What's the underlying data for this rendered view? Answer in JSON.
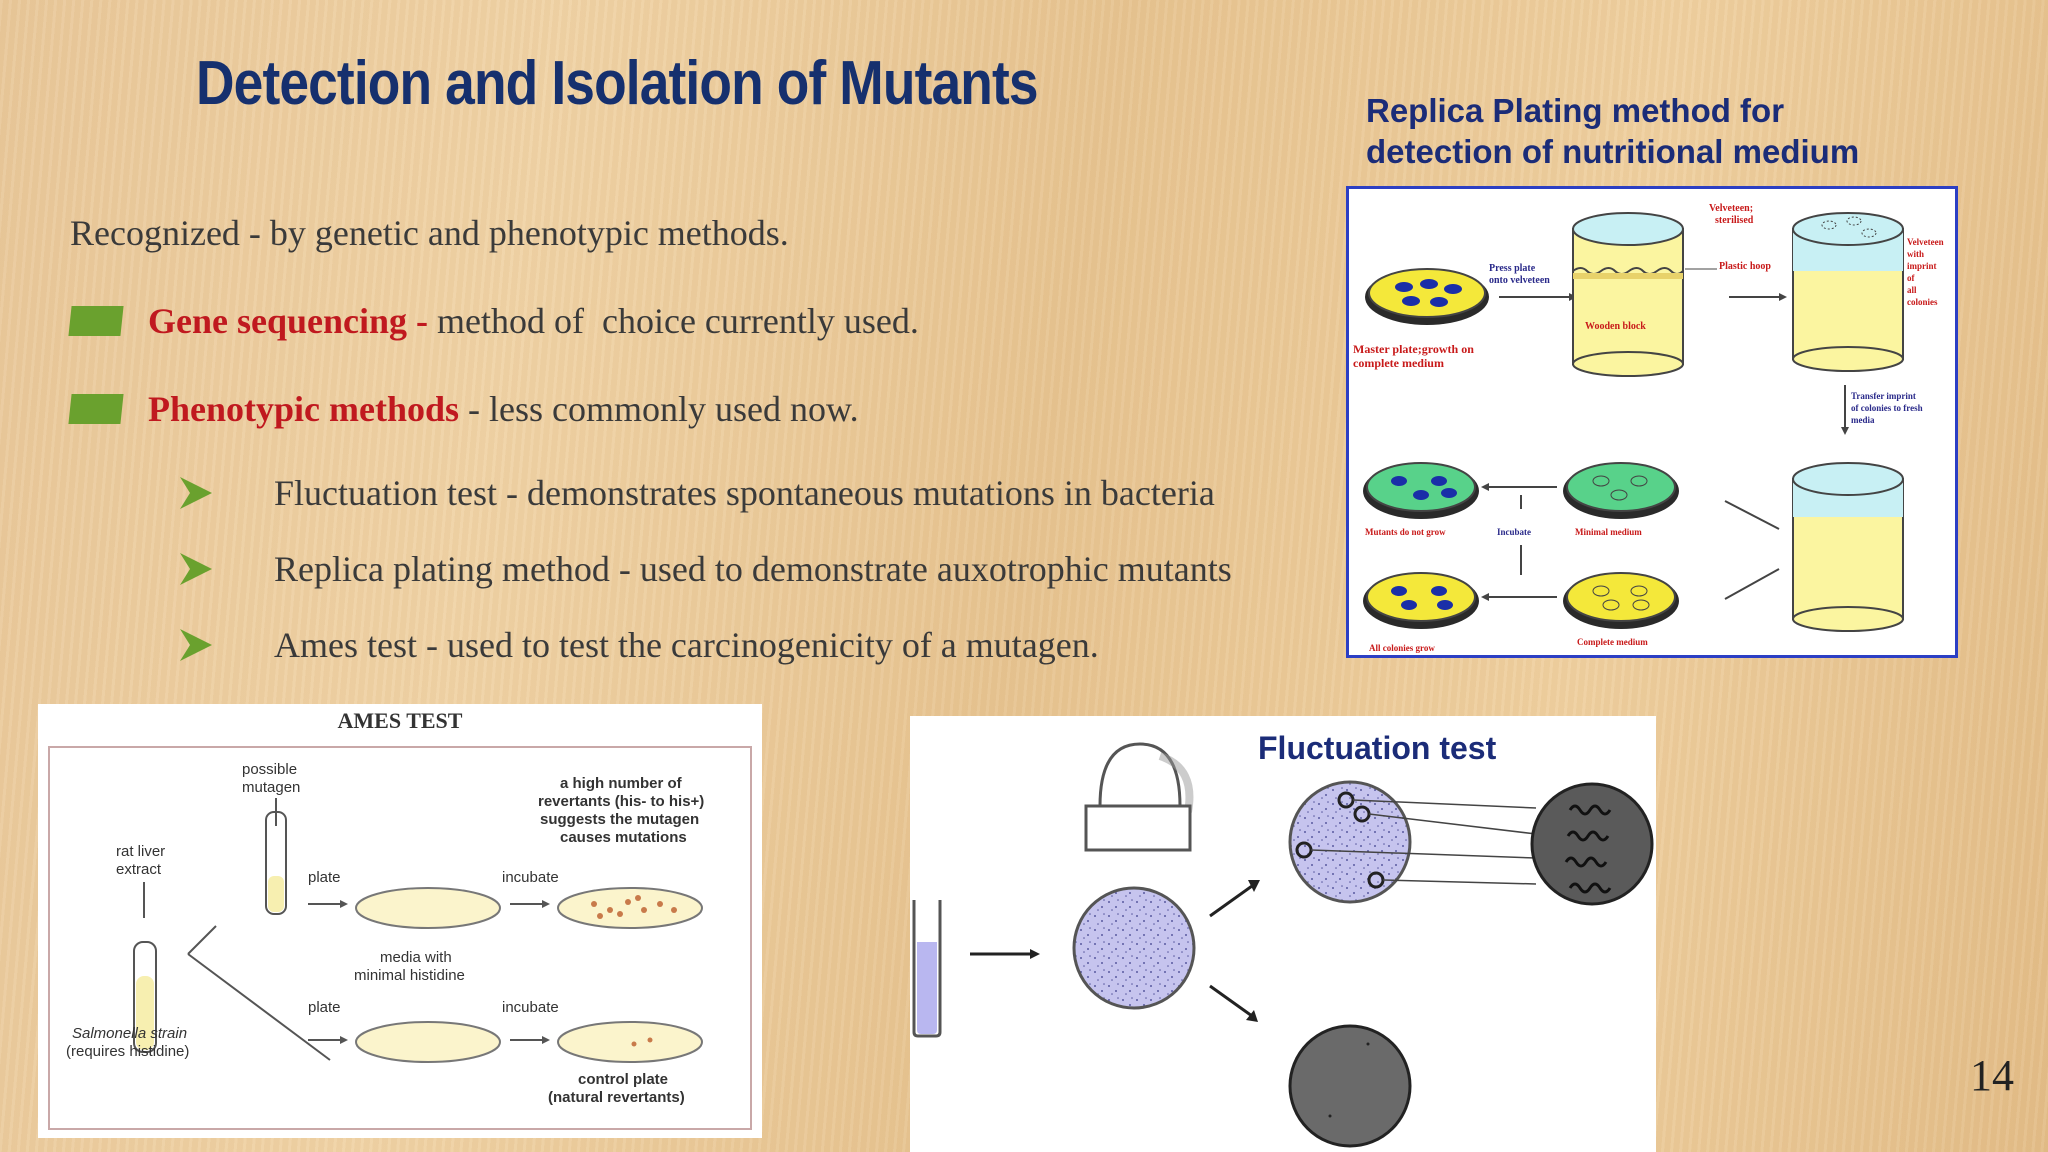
{
  "slide": {
    "title": "Detection and Isolation of Mutants",
    "intro": "Recognized - by genetic and phenotypic methods.",
    "bullets": [
      {
        "highlight": "Gene sequencing -",
        "rest": " method of  choice currently used."
      },
      {
        "highlight": "Phenotypic methods",
        "rest": " - less commonly used now."
      }
    ],
    "sub_bullets": [
      "Fluctuation test - demonstrates spontaneous mutations in bacteria",
      "Replica plating method - used to demonstrate auxotrophic mutants",
      "Ames test - used to test the carcinogenicity of  a mutagen."
    ],
    "page_number": "14"
  },
  "replica": {
    "caption_line1": "Replica Plating method for",
    "caption_line2": "detection of nutritional medium",
    "labels": {
      "press": "Press plate onto velveteen",
      "velveteen": "Velveteen; sterilised",
      "plastic": "Plastic hoop",
      "wooden": "Wooden block",
      "master": "Master plate;growth on complete medium",
      "imprint": "Velveteen with imprint of all colonies",
      "transfer": "Transfer imprint of colonies to fresh media",
      "mutants": "Mutants do not grow",
      "incubate": "Incubate",
      "minimal": "Minimal medium",
      "all": "All colonies grow",
      "complete": "Complete medium"
    }
  },
  "ames": {
    "title": "AMES TEST",
    "possible": "possible",
    "mutagen": "mutagen",
    "rat": "rat liver",
    "extract": "extract",
    "plate": "plate",
    "incubate": "incubate",
    "high1": "a high number of",
    "high2": "revertants (his- to his+)",
    "high3": "suggests the mutagen",
    "high4": "causes mutations",
    "media1": "media with",
    "media2": "minimal histidine",
    "salmonella1": "Salmonella strain",
    "salmonella2": "(requires histidine)",
    "control1": "control plate",
    "control2": "(natural revertants)"
  },
  "fluctuation": {
    "caption": "Fluctuation test"
  }
}
